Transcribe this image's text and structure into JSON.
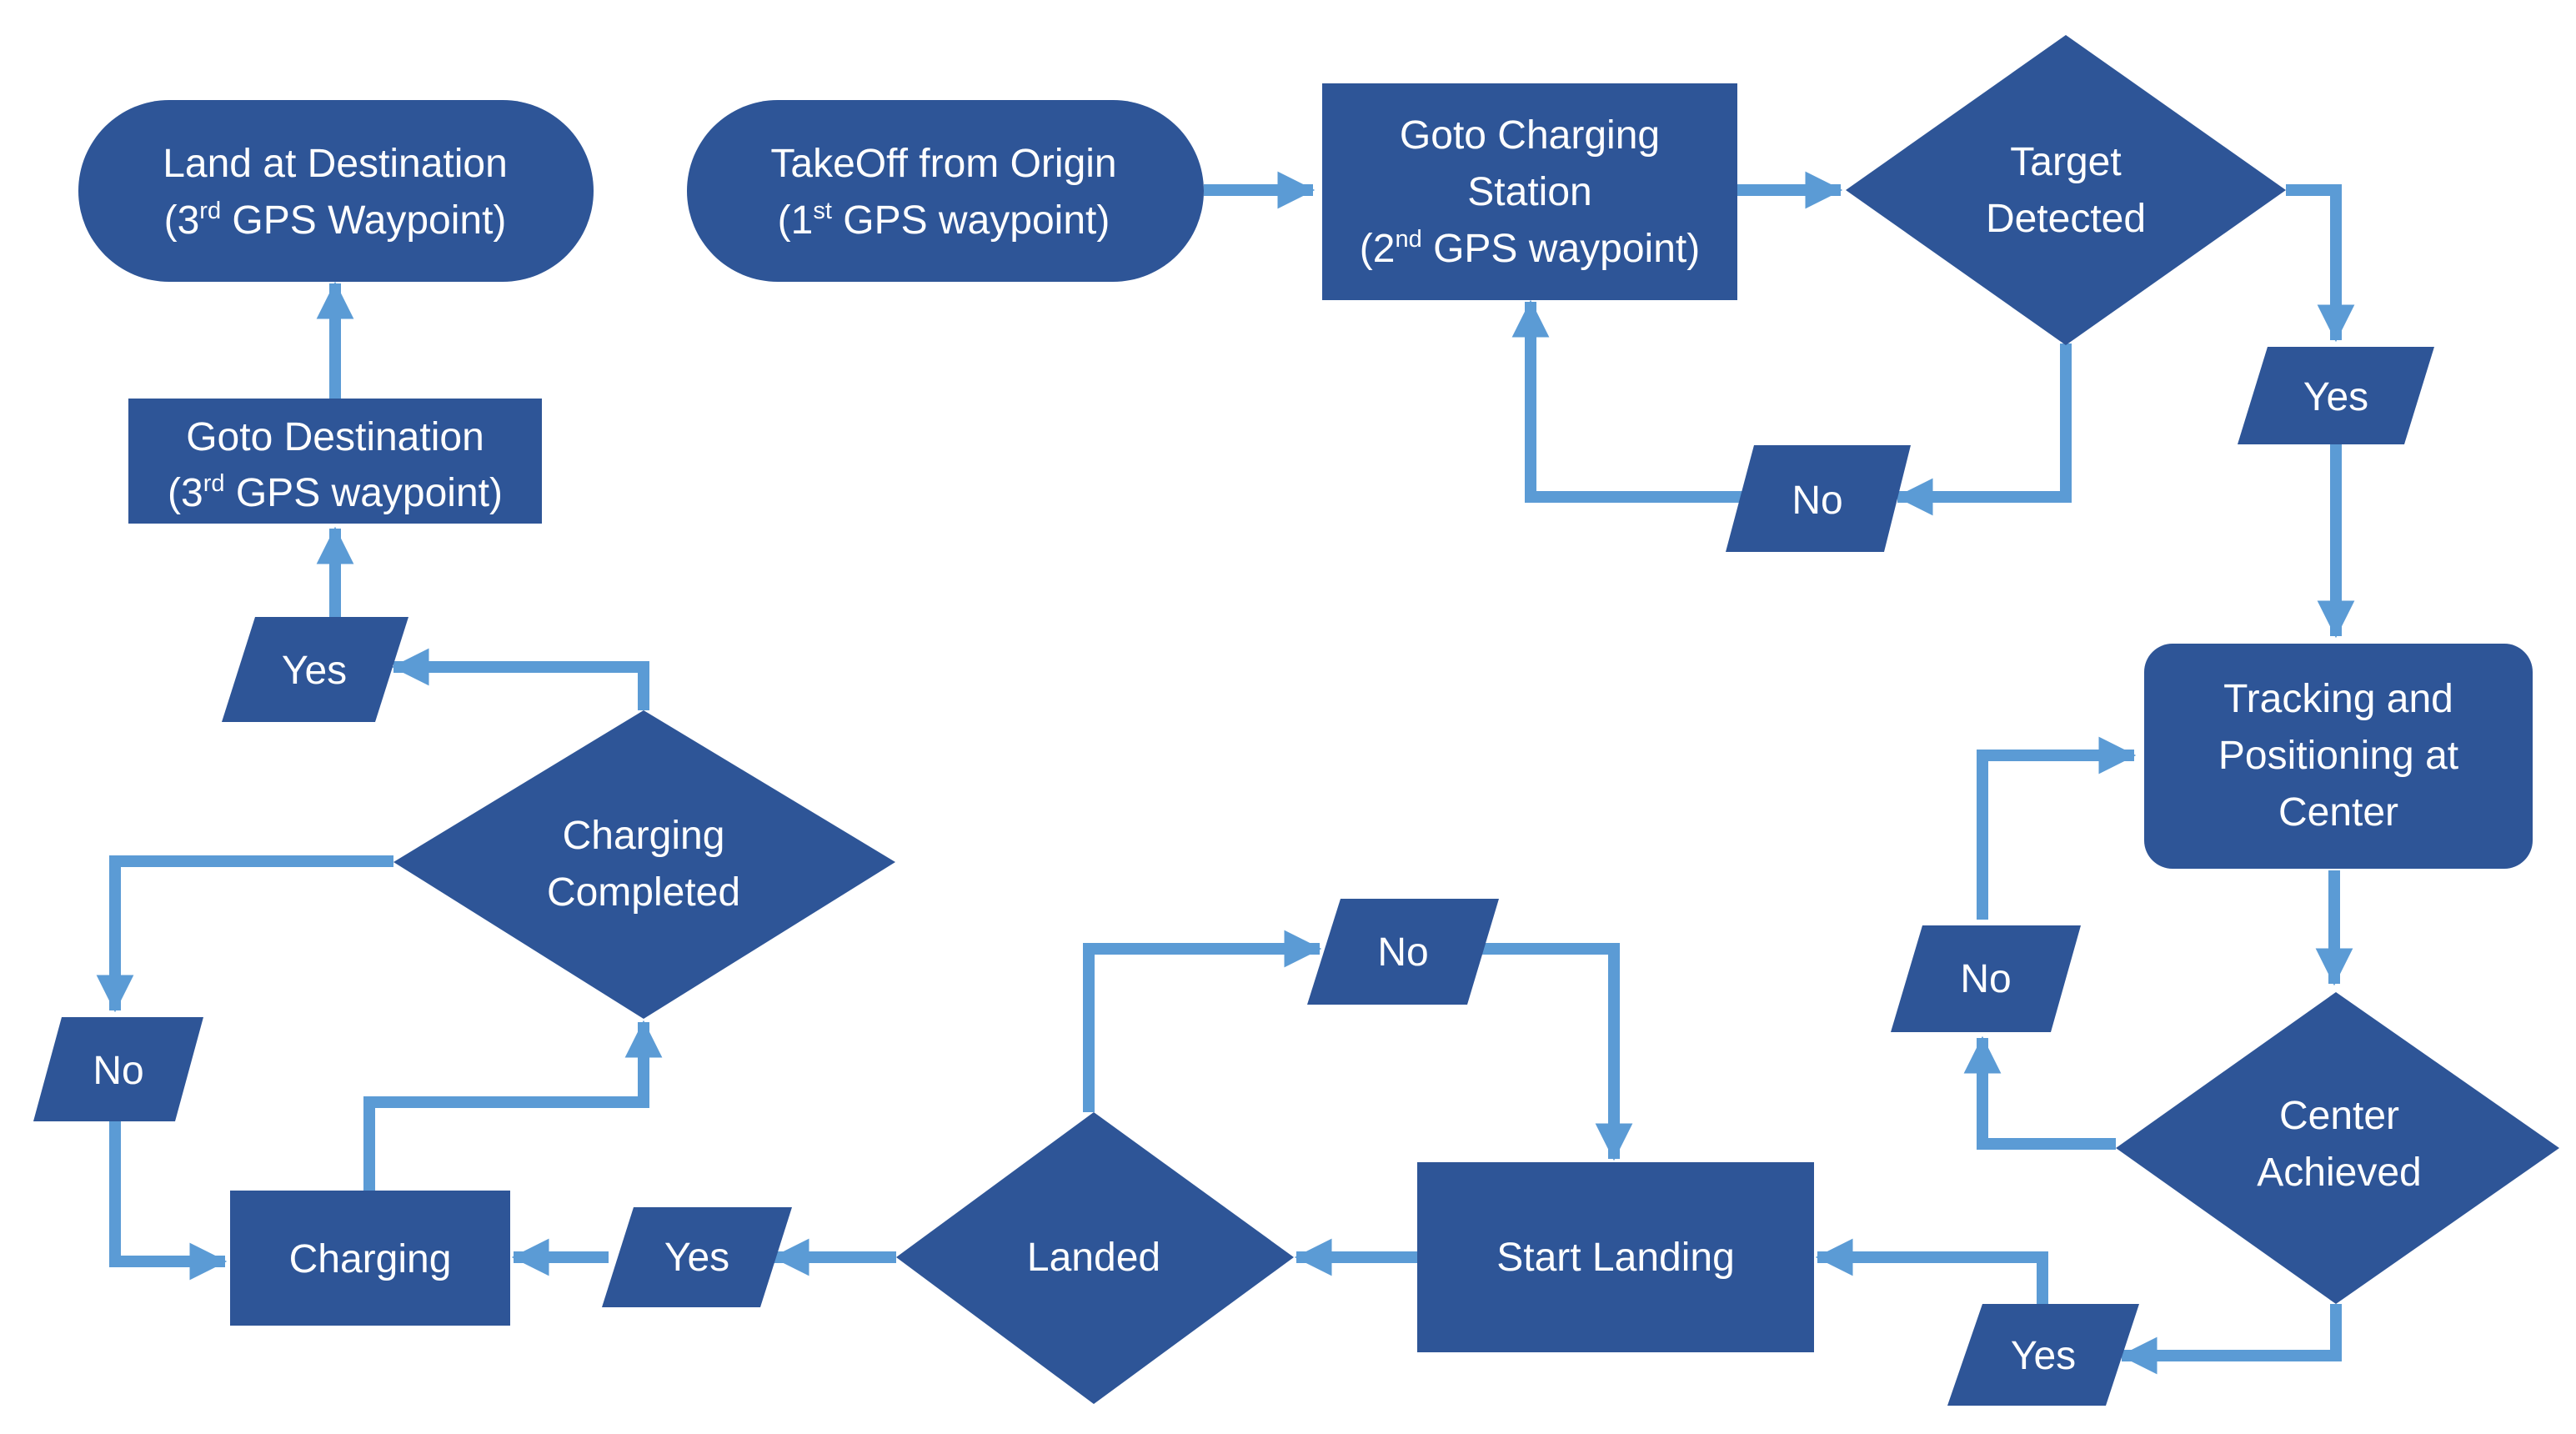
{
  "colors": {
    "shape": "#2e5597",
    "arrow": "#5b9bd5",
    "text": "#ffffff",
    "background": "#ffffff"
  },
  "nodes": {
    "land_dest": {
      "line1": "Land at Destination",
      "line2_pre": "(3",
      "line2_sup": "rd",
      "line2_post": " GPS Waypoint)"
    },
    "takeoff": {
      "line1": "TakeOff from Origin",
      "line2_pre": "(1",
      "line2_sup": "st",
      "line2_post": " GPS waypoint)"
    },
    "goto_charge": {
      "line1": "Goto Charging",
      "line2": "Station",
      "line3_pre": "(2",
      "line3_sup": "nd",
      "line3_post": " GPS waypoint)"
    },
    "target": {
      "line1": "Target",
      "line2": "Detected"
    },
    "goto_dest": {
      "line1": "Goto Destination",
      "line2_pre": "(3",
      "line2_sup": "rd",
      "line2_post": " GPS waypoint)"
    },
    "tracking": {
      "line1": "Tracking and",
      "line2": "Positioning at",
      "line3": "Center"
    },
    "charging_completed": {
      "line1": "Charging",
      "line2": "Completed"
    },
    "center": {
      "line1": "Center",
      "line2": "Achieved"
    },
    "start_landing": {
      "label": "Start Landing"
    },
    "landed": {
      "label": "Landed"
    },
    "charging": {
      "label": "Charging"
    }
  },
  "branches": {
    "yes_target": "Yes",
    "no_target": "No",
    "yes_charging_completed": "Yes",
    "no_center": "No",
    "no_charging_completed": "No",
    "no_landed": "No",
    "yes_landed": "Yes",
    "yes_center": "Yes"
  }
}
